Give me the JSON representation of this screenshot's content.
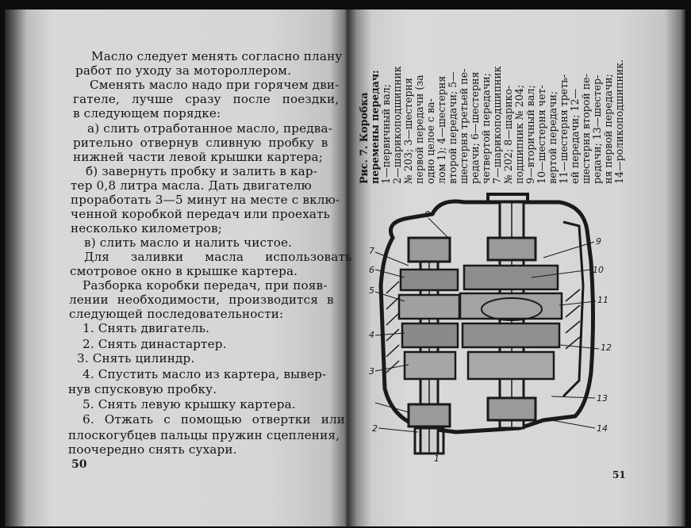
{
  "left_page": {
    "lines": [
      "Масло следует менять согласно плану",
      "работ по уходу за мотороллером.",
      "Сменять масло надо при горячем дви-",
      "гателе, лучше сразу после поездки,",
      "в следующем порядке:",
      "а) слить отработанное масло, предва-",
      "рительно отвернув сливную пробку в",
      "нижней части левой крышки картера;",
      "б) завернуть пробку и залить в кар-",
      "тер 0,8 литра масла. Дать двигателю",
      "проработать 3—5 минут на месте с вклю-",
      "ченной коробкой передач или проехать",
      "несколько километров;",
      "в) слить масло и налить чистое.",
      "Для заливки масла использовать",
      "смотровое окно в крышке картера.",
      "Разборка коробки передач, при появ-",
      "лении необходимости, производится в",
      "следующей последовательности:",
      "1. Снять двигатель.",
      "2. Снять династартер.",
      "3. Снять цилиндр.",
      "4. Спустить масло из картера, вывер-",
      "нув спусковую пробку.",
      "5. Снять левую крышку картера.",
      "6. Отжать с помощью отвертки или",
      "плоскогубцев пальцы пружин сцепления,",
      "поочередно снять сухари."
    ],
    "page_number": "50"
  },
  "right_page": {
    "caption_lines": [
      "Рис. 7. Коробка",
      "перемены передач:",
      "1—первичный вал;",
      "2—шарикоподшипник",
      "№ 203; 3—шестерня",
      "первой передачи (за",
      "одно целое с ва-",
      "лом 1); 4—шестерня",
      "второй передачи; 5—",
      "шестерня третьей пе-",
      "редачи; 6—шестерня",
      "четвертой передачи;",
      "7—шарикоподшипник",
      "№ 202; 8—шарико-",
      "подшипник № 204;",
      "9—вторичный вал;",
      "10—шестерня чет-",
      "вертой передачи;",
      "11—шестерня треть-",
      "ей передачи; 12—",
      "шестерня второй пе-",
      "редачи; 13—шестер-",
      "ня первой передачи;",
      "14—роликоподшипник."
    ],
    "figure_labels": [
      "8",
      "7",
      "6",
      "5",
      "4",
      "3",
      "2",
      "9",
      "10",
      "11",
      "12",
      "13",
      "14",
      "1"
    ],
    "page_number": "51"
  }
}
